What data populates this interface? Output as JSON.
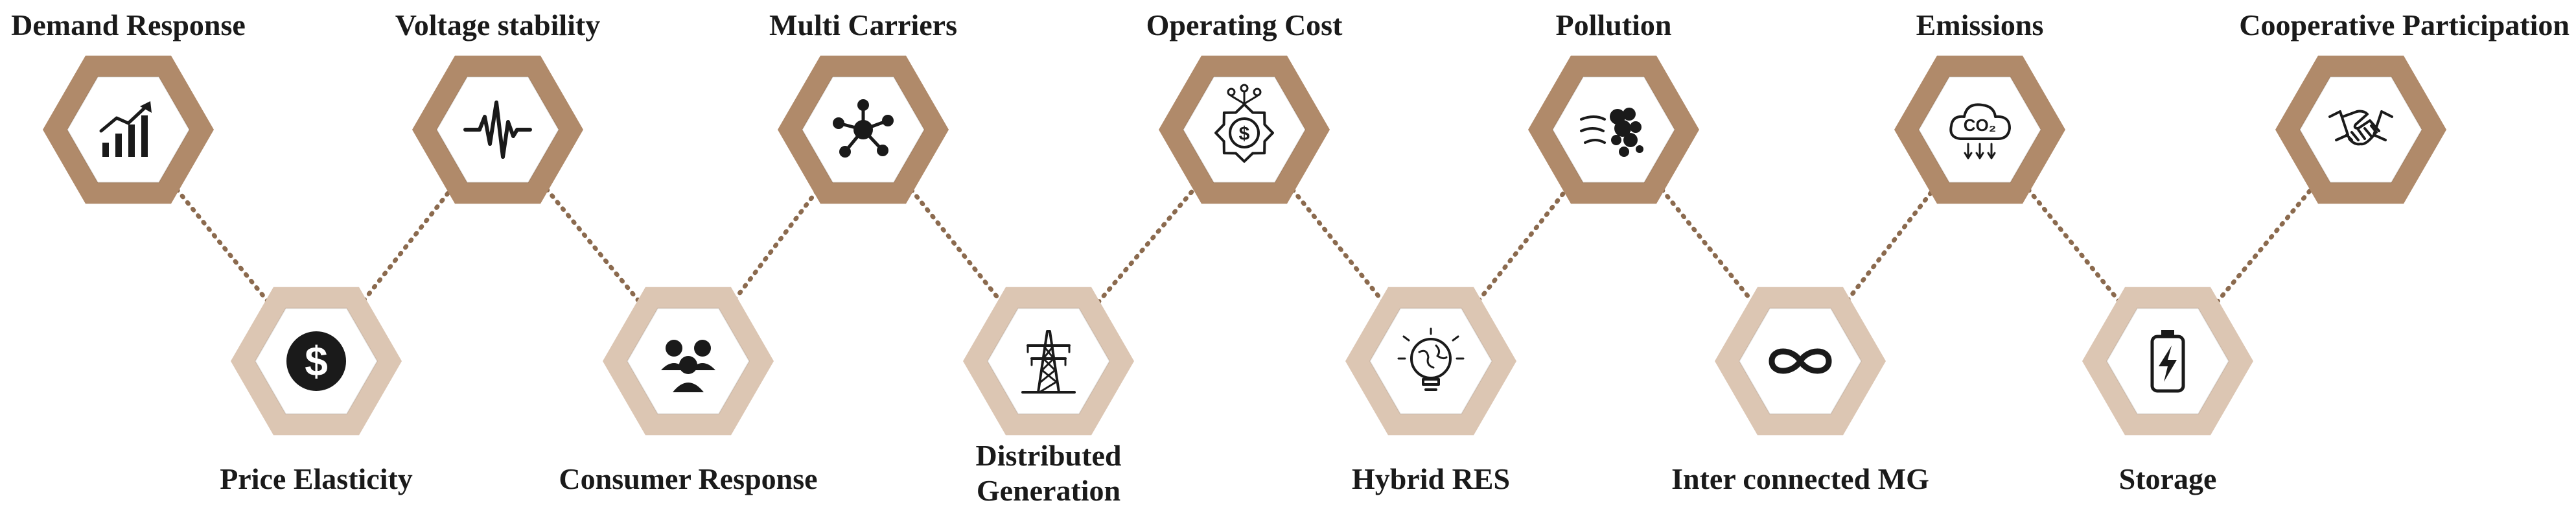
{
  "colors": {
    "top_hex": "#b08a6a",
    "bottom_hex": "#dcc6b3",
    "inner_hex": "#ffffff",
    "icon": "#1a1a1a",
    "connector": "#8b6a4e"
  },
  "nodes": [
    {
      "id": "demand-response",
      "row": "top",
      "label": "Demand Response",
      "icon": "rising-bar-chart-icon"
    },
    {
      "id": "price-elasticity",
      "row": "bottom",
      "label": "Price Elasticity",
      "icon": "dollar-coin-icon"
    },
    {
      "id": "voltage-stability",
      "row": "top",
      "label": "Voltage stability",
      "icon": "waveform-icon"
    },
    {
      "id": "consumer-response",
      "row": "bottom",
      "label": "Consumer Response",
      "icon": "people-group-icon"
    },
    {
      "id": "multi-carriers",
      "row": "top",
      "label": "Multi Carriers",
      "icon": "network-hub-icon"
    },
    {
      "id": "distributed-generation",
      "row": "bottom",
      "label": "Distributed\nGeneration",
      "icon": "transmission-tower-icon"
    },
    {
      "id": "operating-cost",
      "row": "top",
      "label": "Operating Cost",
      "icon": "dollar-gear-icon"
    },
    {
      "id": "hybrid-res",
      "row": "bottom",
      "label": "Hybrid RES",
      "icon": "globe-lightbulb-icon"
    },
    {
      "id": "pollution",
      "row": "top",
      "label": "Pollution",
      "icon": "smog-particles-icon"
    },
    {
      "id": "interconnected-mg",
      "row": "bottom",
      "label": "Inter connected MG",
      "icon": "infinity-loop-icon"
    },
    {
      "id": "emissions",
      "row": "top",
      "label": "Emissions",
      "icon": "co2-cloud-icon"
    },
    {
      "id": "storage",
      "row": "bottom",
      "label": "Storage",
      "icon": "battery-charge-icon"
    },
    {
      "id": "cooperative-participation",
      "row": "top",
      "label": "Cooperative Participation",
      "icon": "handshake-icon"
    }
  ]
}
